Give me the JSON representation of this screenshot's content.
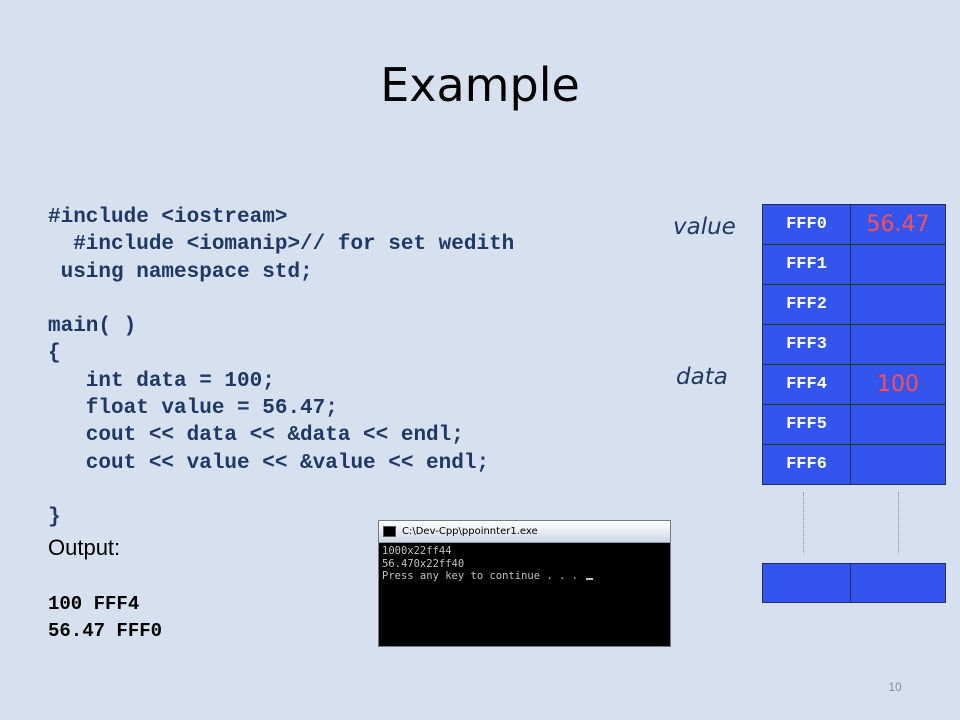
{
  "slide": {
    "title": "Example",
    "page_number": "10"
  },
  "code": {
    "lines": [
      "#include <iostream>",
      "  #include <iomanip>// for set wedith",
      " using namespace std;",
      "",
      "main( )",
      "{",
      "   int data = 100;",
      "   float value = 56.47;",
      "   cout << data << &data << endl;",
      "   cout << value << &value << endl;",
      "",
      "}"
    ]
  },
  "output": {
    "label": "Output:",
    "lines": [
      "100 FFF4",
      "56.47 FFF0"
    ]
  },
  "console": {
    "title": "C:\\Dev-Cpp\\ppoinnter1.exe",
    "lines": [
      "1000x22ff44",
      "56.470x22ff40",
      "Press any key to continue . . . "
    ]
  },
  "labels": {
    "value": "value",
    "data": "data"
  },
  "memory": {
    "cells": [
      {
        "address": "FFF0",
        "content": "56.47"
      },
      {
        "address": "FFF1",
        "content": ""
      },
      {
        "address": "FFF2",
        "content": ""
      },
      {
        "address": "FFF3",
        "content": ""
      },
      {
        "address": "FFF4",
        "content": "100"
      },
      {
        "address": "FFF5",
        "content": ""
      },
      {
        "address": "FFF6",
        "content": ""
      }
    ]
  },
  "colors": {
    "background": "#d6e0ee",
    "code_text": "#1f3864",
    "cell_fill": "#3355ee",
    "cell_value": "#ff4d4d"
  }
}
